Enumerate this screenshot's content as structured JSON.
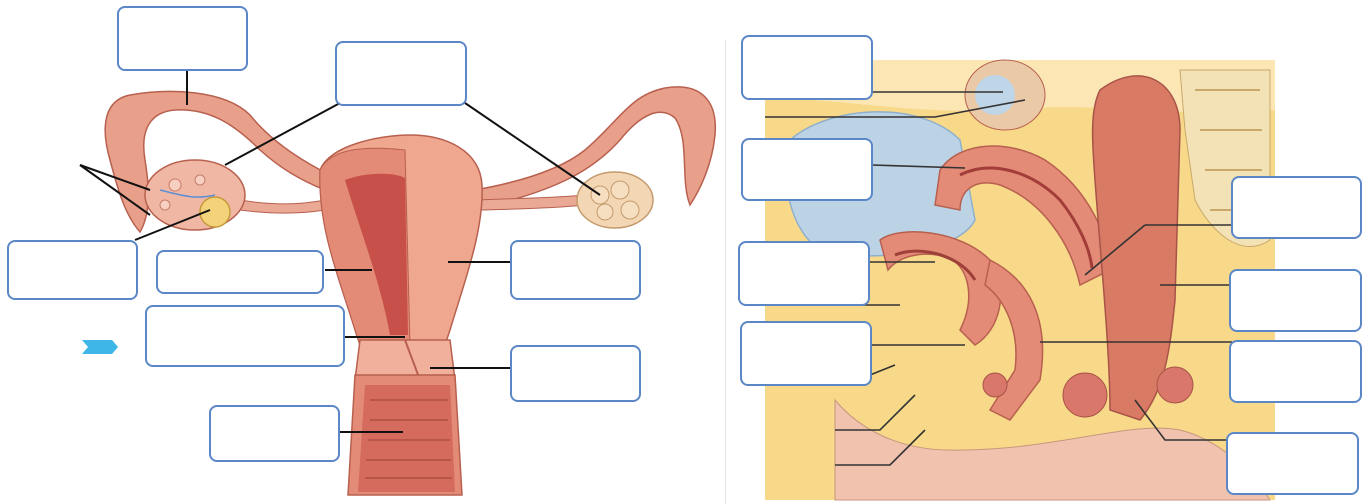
{
  "left_panel": {
    "label_boxes": [
      {
        "id": "top",
        "text": ""
      },
      {
        "id": "top-center",
        "text": ""
      },
      {
        "id": "left-mid",
        "text": ""
      },
      {
        "id": "wall-upper",
        "text": ""
      },
      {
        "id": "wall-lower",
        "text": ""
      },
      {
        "id": "right-upper",
        "text": ""
      },
      {
        "id": "right-lower",
        "text": ""
      },
      {
        "id": "bottom",
        "text": ""
      }
    ]
  },
  "right_panel": {
    "label_boxes": [
      {
        "id": "r-top",
        "text": ""
      },
      {
        "id": "r-second",
        "text": ""
      },
      {
        "id": "r-third",
        "text": ""
      },
      {
        "id": "r-fourth",
        "text": ""
      },
      {
        "id": "r-right-1",
        "text": ""
      },
      {
        "id": "r-right-2",
        "text": ""
      },
      {
        "id": "r-right-3",
        "text": ""
      },
      {
        "id": "r-right-4",
        "text": ""
      }
    ]
  },
  "colors": {
    "box_border": "#5b87c6",
    "tissue_pink": "#e8a08a",
    "tissue_dark": "#c8504a",
    "fat_yellow": "#f3d27a",
    "bladder_blue": "#bcd3e6",
    "arrow_cyan": "#3fb6e8"
  }
}
